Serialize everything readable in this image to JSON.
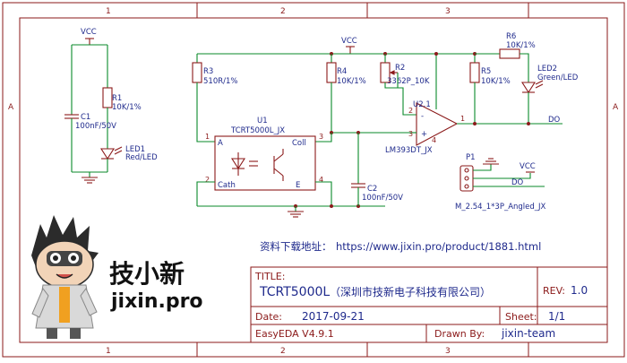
{
  "frame": {
    "columns": [
      "1",
      "2",
      "3"
    ],
    "rows": [
      "A"
    ]
  },
  "components": {
    "vcc_left": "VCC",
    "vcc_mid": "VCC",
    "vcc_right": "VCC",
    "r1": {
      "ref": "R1",
      "value": "10K/1%"
    },
    "c1": {
      "ref": "C1",
      "value": "100nF/50V"
    },
    "led1": {
      "ref": "LED1",
      "value": "Red/LED"
    },
    "r3": {
      "ref": "R3",
      "value": "510R/1%"
    },
    "u1": {
      "ref": "U1",
      "value": "TCRT5000L_JX",
      "pin1": "1",
      "pin2": "2",
      "pin3": "3",
      "pin4": "4",
      "a": "A",
      "cath": "Cath",
      "coll": "Coll",
      "e": "E"
    },
    "r4": {
      "ref": "R4",
      "value": "10K/1%"
    },
    "r2": {
      "ref": "R2",
      "value": "3362P_10K"
    },
    "c2": {
      "ref": "C2",
      "value": "100nF/50V"
    },
    "u21": {
      "ref": "U2.1",
      "value": "LM393DT_JX",
      "pin1": "1",
      "pin2": "2",
      "pin3": "3",
      "pin4": "4",
      "minus": "-",
      "plus": "+"
    },
    "r5": {
      "ref": "R5",
      "value": "10K/1%"
    },
    "r6": {
      "ref": "R6",
      "value": "10K/1%"
    },
    "led2": {
      "ref": "LED2",
      "value": "Green/LED"
    },
    "p1": {
      "ref": "P1",
      "value": "M_2.54_1*3P_Angled_JX"
    },
    "net_do1": "DO",
    "net_do2": "DO"
  },
  "download": {
    "label": "资料下载地址：",
    "url": "https://www.jixin.pro/product/1881.html"
  },
  "brand": {
    "cn": "技小新",
    "en": "jixin.pro"
  },
  "title_block": {
    "title_label": "TITLE:",
    "title": "TCRT5000L",
    "company": "（深圳市技新电子科技有限公司）",
    "rev_label": "REV:",
    "rev": "1.0",
    "date_label": "Date:",
    "date": "2017-09-21",
    "sheet_label": "Sheet:",
    "sheet": "1/1",
    "tool": "EasyEDA V4.9.1",
    "drawn_label": "Drawn By:",
    "drawn": "jixin-team"
  },
  "colors": {
    "wire": "#0a8a2a",
    "part": "#8b1a1a",
    "label": "#1f2a8c",
    "frame": "#8b1a1a"
  }
}
